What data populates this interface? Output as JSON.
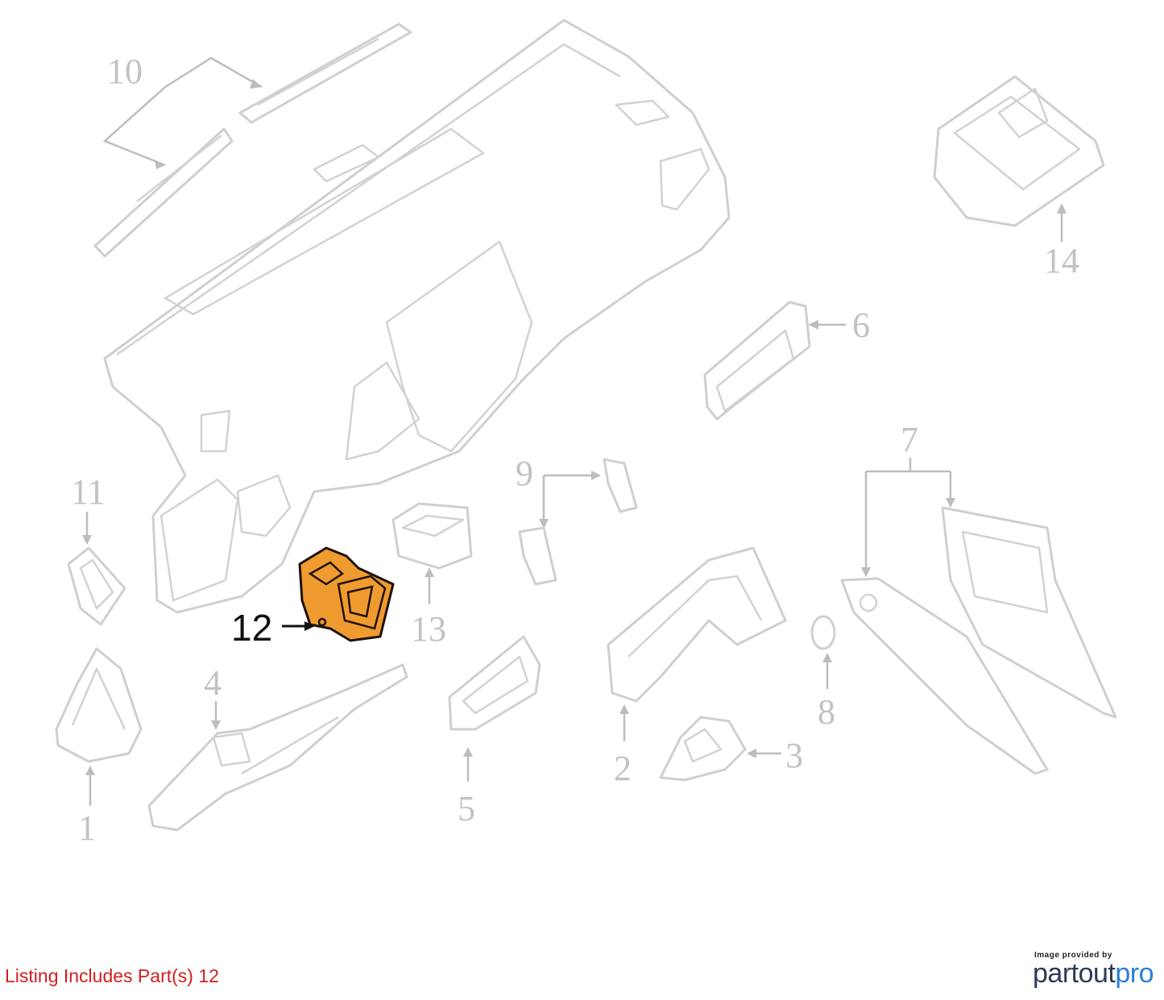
{
  "diagram": {
    "callouts": [
      {
        "id": "1",
        "text": "1"
      },
      {
        "id": "2",
        "text": "2"
      },
      {
        "id": "3",
        "text": "3"
      },
      {
        "id": "4",
        "text": "4"
      },
      {
        "id": "5",
        "text": "5"
      },
      {
        "id": "6",
        "text": "6"
      },
      {
        "id": "7",
        "text": "7"
      },
      {
        "id": "8",
        "text": "8"
      },
      {
        "id": "9",
        "text": "9"
      },
      {
        "id": "10",
        "text": "10"
      },
      {
        "id": "11",
        "text": "11"
      },
      {
        "id": "12",
        "text": "12"
      },
      {
        "id": "13",
        "text": "13"
      },
      {
        "id": "14",
        "text": "14"
      }
    ],
    "highlighted_part": "12",
    "highlight_color": "#f09b2f",
    "line_color": "#c8c8c8"
  },
  "caption": {
    "prefix": "Listing Includes Part(s)",
    "parts": "12",
    "color": "#d11f1f"
  },
  "credit": {
    "provided_by": "Image provided by",
    "brand_part1": "partout",
    "brand_part2": "pro"
  }
}
